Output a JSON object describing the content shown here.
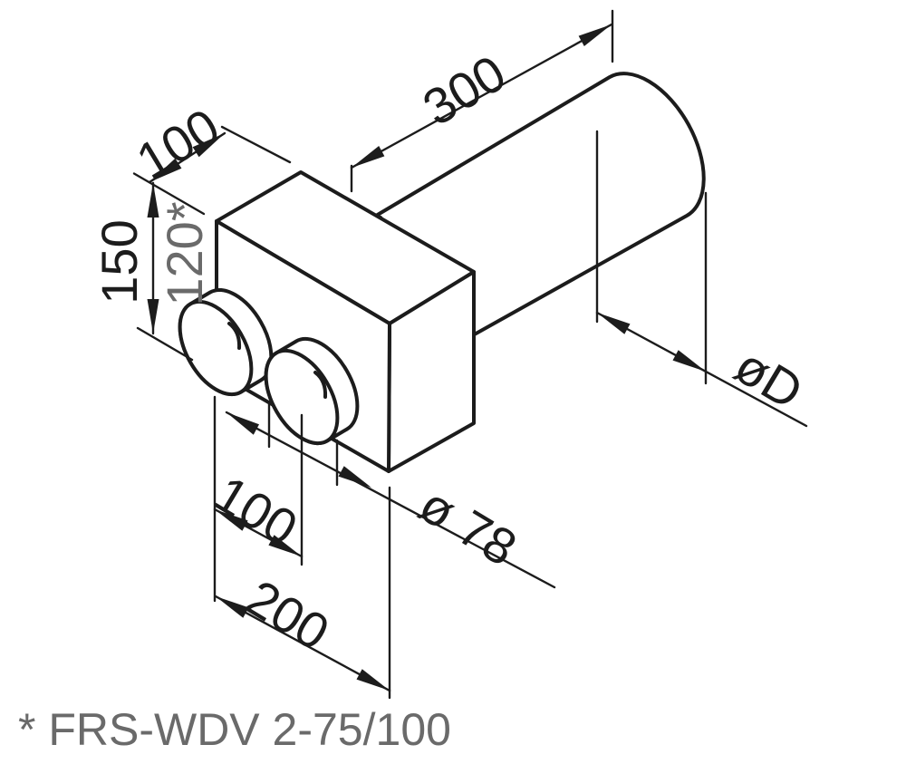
{
  "diagram": {
    "kind": "isometric-dimension-drawing",
    "colors": {
      "line": "#1c1c1c",
      "secondary_text": "#6a6a6a",
      "background": "#ffffff"
    },
    "labels": {
      "box_depth": "100",
      "tube_length": "300",
      "box_height": "150",
      "box_height_alt": "120*",
      "port_spacing": "100",
      "box_width": "200",
      "port_diameter": "ø 78",
      "tube_diameter": "øD"
    },
    "footnote": "* FRS-WDV 2-75/100"
  }
}
